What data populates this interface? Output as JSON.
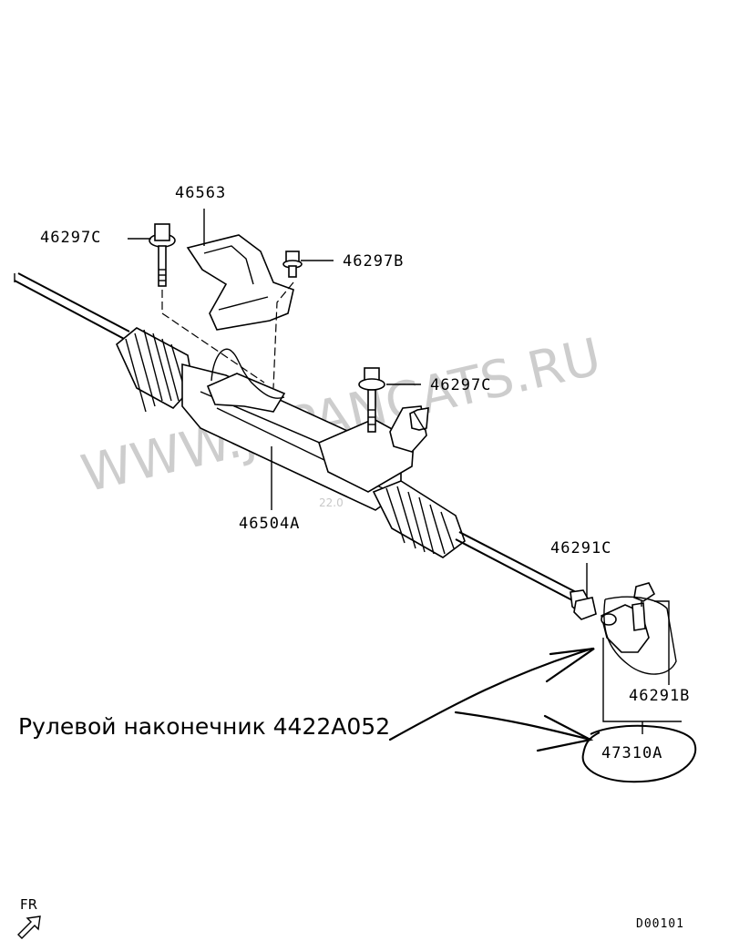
{
  "parts": {
    "p46563": "46563",
    "p46297c_top": "46297C",
    "p46297b": "46297B",
    "p46297c_mid": "46297C",
    "p46504a": "46504A",
    "p46291c": "46291C",
    "p46291b": "46291B",
    "p47310a": "47310A"
  },
  "annotation": {
    "note": "Рулевой наконечник 4422A052"
  },
  "watermark": {
    "site": "WWW.JAPANCATS.RU",
    "small": "22.0"
  },
  "footer": {
    "direction": "FR",
    "diagram_code": "D00101"
  },
  "icons": {
    "direction_arrow": "arrow-down-left-icon"
  }
}
